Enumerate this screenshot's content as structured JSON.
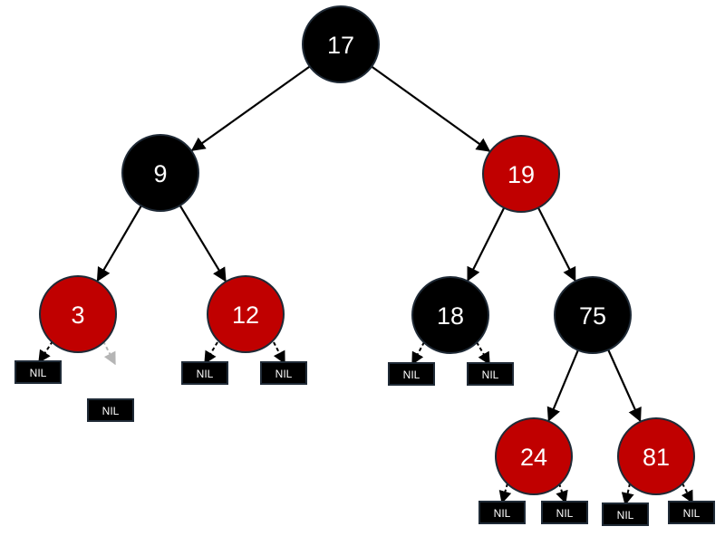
{
  "colors": {
    "black_node": "#000000",
    "red_node": "#c00000",
    "node_border": "#1f2a36",
    "edge": "#000000",
    "faded_edge": "#b5b5b5"
  },
  "nodes": [
    {
      "id": "n17",
      "label": "17",
      "color": "black"
    },
    {
      "id": "n9",
      "label": "9",
      "color": "black"
    },
    {
      "id": "n19",
      "label": "19",
      "color": "red"
    },
    {
      "id": "n3",
      "label": "3",
      "color": "red"
    },
    {
      "id": "n12",
      "label": "12",
      "color": "red"
    },
    {
      "id": "n18",
      "label": "18",
      "color": "black"
    },
    {
      "id": "n75",
      "label": "75",
      "color": "black"
    },
    {
      "id": "n24",
      "label": "24",
      "color": "red"
    },
    {
      "id": "n81",
      "label": "81",
      "color": "red"
    }
  ],
  "nil_label": "NIL",
  "nils": [
    {
      "id": "nil-3-left",
      "parent": "n3"
    },
    {
      "id": "nil-3-right-detached",
      "parent": "n3"
    },
    {
      "id": "nil-12-left",
      "parent": "n12"
    },
    {
      "id": "nil-12-right",
      "parent": "n12"
    },
    {
      "id": "nil-18-left",
      "parent": "n18"
    },
    {
      "id": "nil-18-right",
      "parent": "n18"
    },
    {
      "id": "nil-24-left",
      "parent": "n24"
    },
    {
      "id": "nil-24-right",
      "parent": "n24"
    },
    {
      "id": "nil-81-left",
      "parent": "n81"
    },
    {
      "id": "nil-81-right",
      "parent": "n81"
    }
  ],
  "edges": [
    {
      "from": "n17",
      "to": "n9"
    },
    {
      "from": "n17",
      "to": "n19"
    },
    {
      "from": "n9",
      "to": "n3"
    },
    {
      "from": "n9",
      "to": "n12"
    },
    {
      "from": "n19",
      "to": "n18"
    },
    {
      "from": "n19",
      "to": "n75"
    },
    {
      "from": "n75",
      "to": "n24"
    },
    {
      "from": "n75",
      "to": "n81"
    }
  ]
}
